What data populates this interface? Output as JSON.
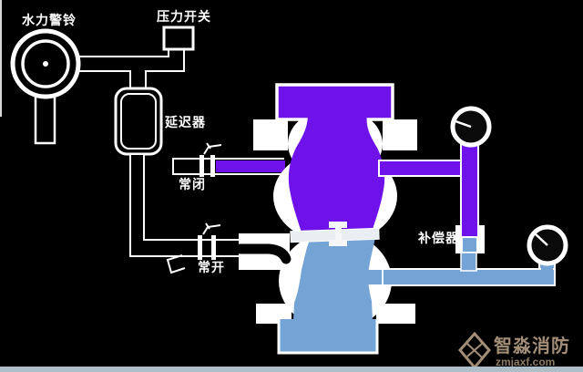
{
  "diagram": {
    "type": "wet-alarm-valve-system-diagram",
    "labels": {
      "alarm_bell": "水力警铃",
      "pressure_switch": "压力开关",
      "retarder": "延迟器",
      "normally_closed": "常闭",
      "normally_open": "常开",
      "compensator": "补偿器"
    },
    "watermark": {
      "name": "智淼消防",
      "url": "zmjaxf.com"
    },
    "colors": {
      "alarm_side": "#6e12e9",
      "supply_side": "#74a3d6",
      "line": "#ffffff",
      "background": "#000000",
      "clapper": "#e9eef3",
      "watermark": "#a28e77",
      "watermark_url": "#8d7a64",
      "bottom_strip": "#aebfc9"
    }
  }
}
